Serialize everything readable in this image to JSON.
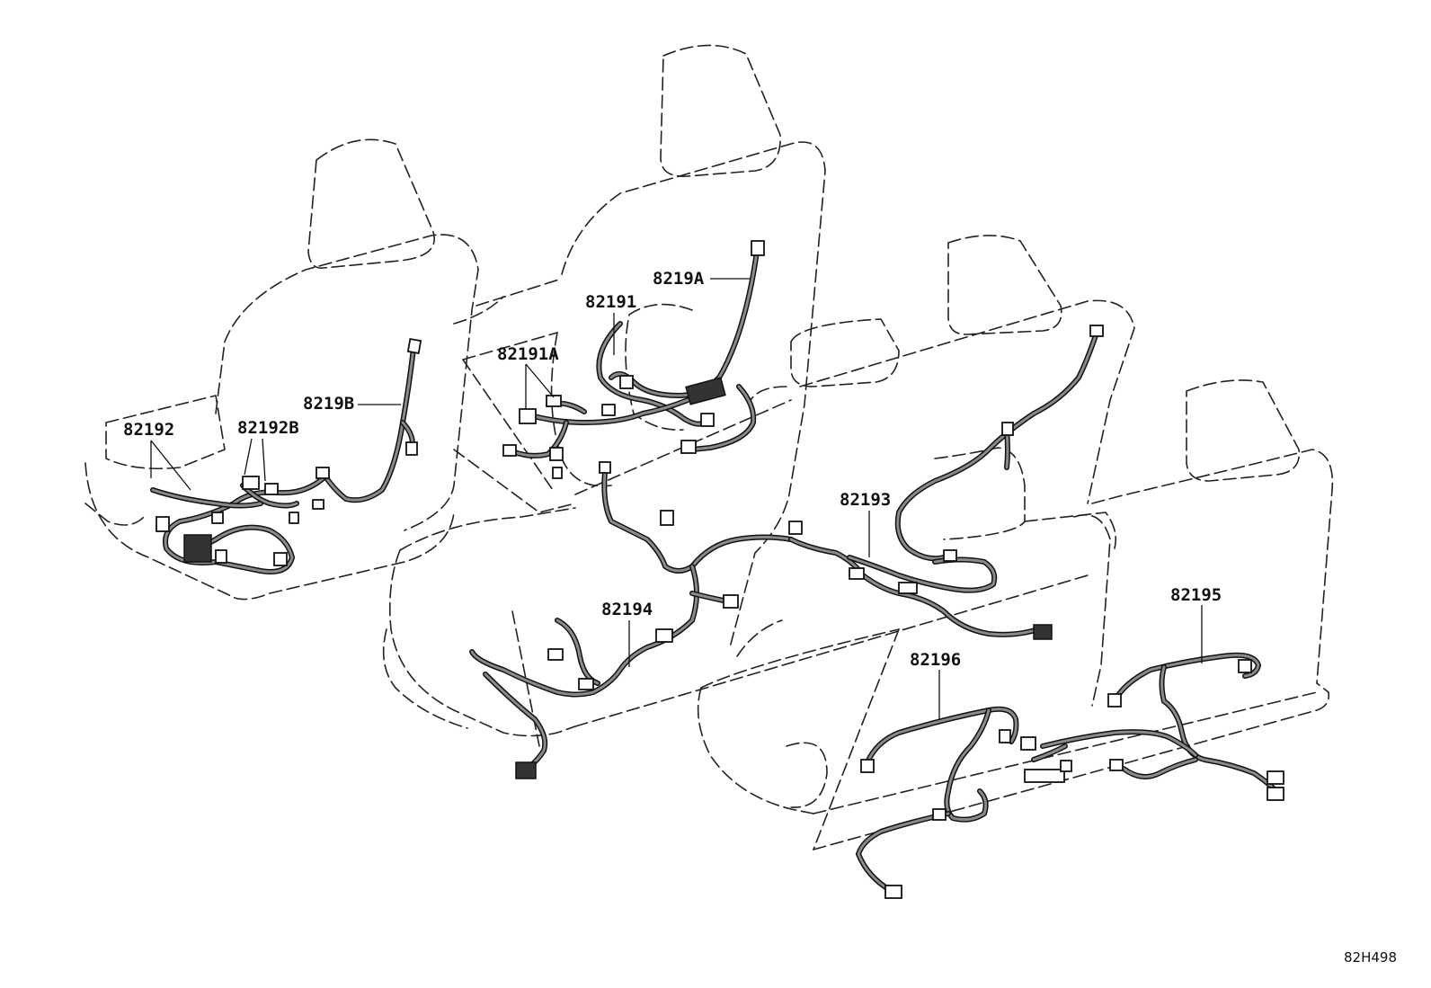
{
  "diagram_code": "82H498",
  "labels": {
    "p82192": "82192",
    "p82192B": "82192B",
    "p8219B": "8219B",
    "p82191A": "82191A",
    "p82191": "82191",
    "p8219A": "8219A",
    "p82193": "82193",
    "p82194": "82194",
    "p82195": "82195",
    "p82196": "82196"
  }
}
